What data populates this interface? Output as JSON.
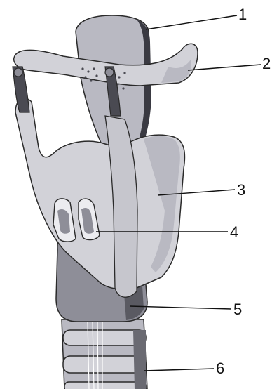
{
  "diagram": {
    "labels": [
      {
        "id": "1",
        "text": "1"
      },
      {
        "id": "2",
        "text": "2"
      },
      {
        "id": "3",
        "text": "3"
      },
      {
        "id": "4",
        "text": "4"
      },
      {
        "id": "5",
        "text": "5"
      },
      {
        "id": "6",
        "text": "6"
      }
    ]
  },
  "colors": {
    "cartilage_light": "#d2d2d8",
    "cartilage_mid": "#b9b9c2",
    "cartilage_dark": "#8e8e98",
    "shadow": "#4a4a52",
    "outline": "#2a2a2a",
    "highlight": "#ececf0"
  }
}
